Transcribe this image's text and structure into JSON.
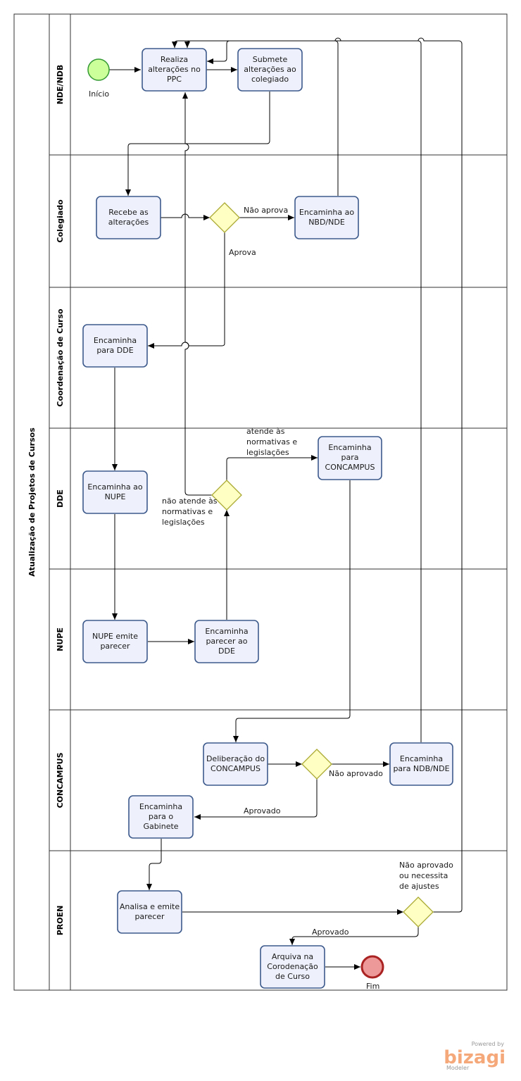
{
  "pool": {
    "title": "Atualização de Projetos de Cursos"
  },
  "lanes": [
    "NDE/NDB",
    "Colegiado",
    "Coordenação de Curso",
    "DDE",
    "NUPE",
    "CONCAMPUS",
    "PROEN"
  ],
  "events": {
    "start": "Início",
    "end": "Fim"
  },
  "tasks": {
    "realiza": [
      "Realiza",
      "alterações no",
      "PPC"
    ],
    "submete": [
      "Submete",
      "alterações ao",
      "colegiado"
    ],
    "recebe": [
      "Recebe as",
      "alterações"
    ],
    "enc_nbd": [
      "Encaminha ao",
      "NBD/NDE"
    ],
    "enc_dde": [
      "Encaminha",
      "para  DDE"
    ],
    "enc_nupe": [
      "Encaminha ao",
      "NUPE"
    ],
    "enc_concampus": [
      "Encaminha",
      "para",
      "CONCAMPUS"
    ],
    "nupe_emite": [
      "NUPE emite",
      "parecer"
    ],
    "enc_parecer": [
      "Encaminha",
      "parecer ao",
      "DDE"
    ],
    "deliberacao": [
      "Deliberação do",
      "CONCAMPUS"
    ],
    "enc_ndb": [
      "Encaminha",
      "para NDB/NDE"
    ],
    "enc_gabinete": [
      "Encaminha",
      "para o",
      "Gabinete"
    ],
    "analisa": [
      "Analisa e emite",
      "parecer"
    ],
    "arquiva": [
      "Arquiva na",
      "Corodenação",
      "de Curso"
    ]
  },
  "flow_labels": {
    "nao_aprova": "Não aprova",
    "aprova": "Aprova",
    "atende": [
      "atende às",
      "normativas e",
      "legislações"
    ],
    "nao_atende": [
      "não atende às",
      "normativas e",
      "legislações"
    ],
    "nao_aprovado": "Não aprovado",
    "aprovado_concampus": "Aprovado",
    "nao_aprovado_proen": [
      "Não aprovado",
      "ou necessita",
      "de ajustes"
    ],
    "aprovado_proen": "Aprovado"
  },
  "branding": {
    "powered_by": "Powered by",
    "brand": "bizagi",
    "product": "Modeler"
  },
  "colors": {
    "task_fill": "#eef0fb",
    "task_border": "#3d5a8c",
    "start_fill": "#ccff99",
    "start_border": "#339933",
    "end_fill": "#ee9999",
    "end_border": "#aa2222",
    "gateway_fill": "#ffffc4",
    "gateway_border": "#aaaa33",
    "brand": "#f5a97a"
  }
}
